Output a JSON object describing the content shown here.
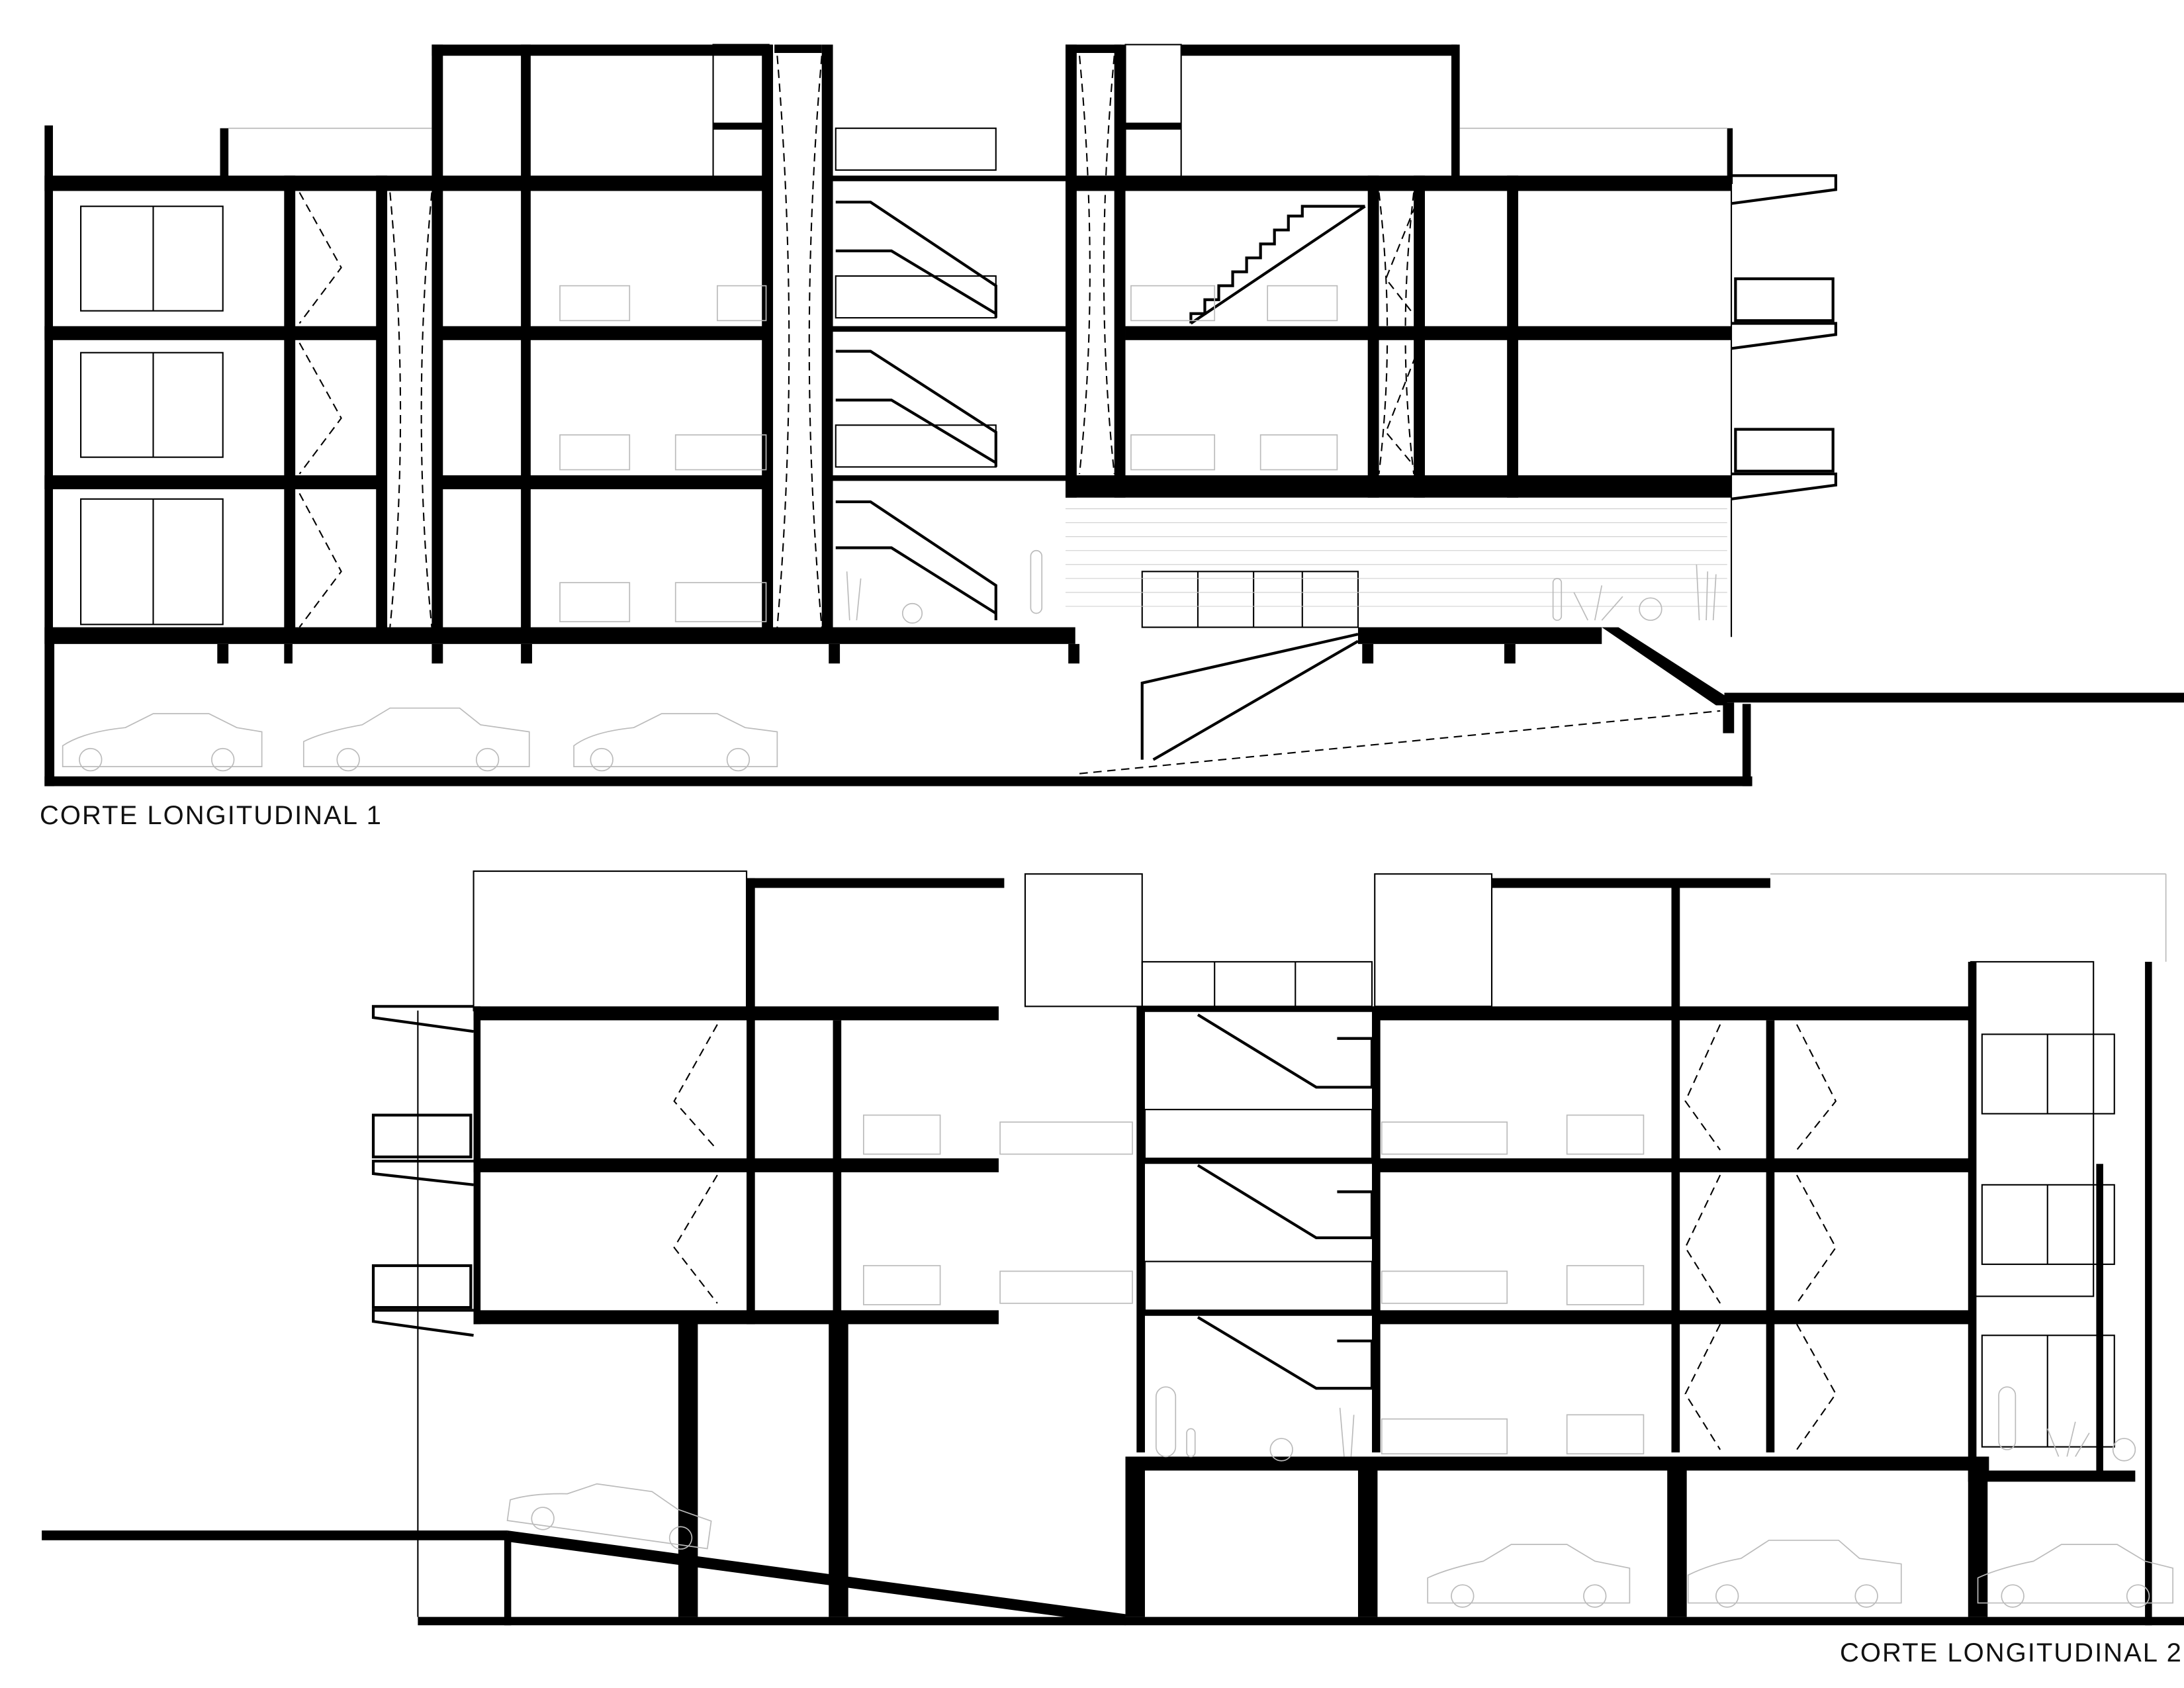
{
  "drawing": {
    "type": "architectural longitudinal sections",
    "sections": [
      {
        "id": "corte-1",
        "label": "CORTE LONGITUDINAL 1",
        "levels": [
          "basement parking",
          "ground floor",
          "floor 1",
          "floor 2",
          "roof / terraces"
        ],
        "cars_in_basement": 3
      },
      {
        "id": "corte-2",
        "label": "CORTE LONGITUDINAL 2",
        "levels": [
          "basement parking",
          "ground floor",
          "floor 1",
          "floor 2",
          "roof / terraces"
        ],
        "cars_in_basement": 4
      }
    ]
  },
  "colors": {
    "background": "#ffffff",
    "structure": "#000000",
    "furniture": "#bbbbbb"
  }
}
